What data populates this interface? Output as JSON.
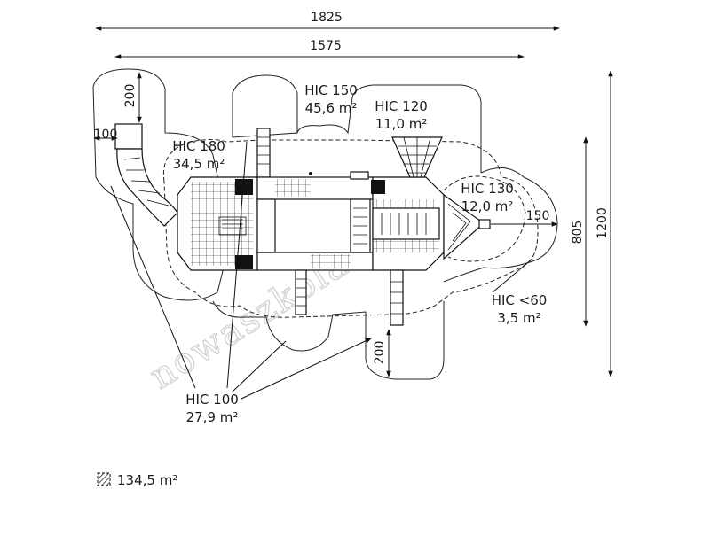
{
  "dimensions": {
    "top_outer": "1825",
    "top_inner": "1575",
    "right_outer": "1200",
    "right_inner": "805",
    "left_slide_h": "200",
    "left_slide_w": "100",
    "right_exit": "150",
    "bottom_stair": "200"
  },
  "zones": [
    {
      "hic": "HIC 180",
      "area": "34,5 m²"
    },
    {
      "hic": "HIC 150",
      "area": "45,6 m²"
    },
    {
      "hic": "HIC 120",
      "area": "11,0 m²"
    },
    {
      "hic": "HIC 130",
      "area": "12,0 m²"
    },
    {
      "hic": "HIC <60",
      "area": "3,5 m²"
    },
    {
      "hic": "HIC 100",
      "area": "27,9 m²"
    }
  ],
  "legend": {
    "total_area": "134,5 m²"
  },
  "watermark": "nowaszkola.com"
}
